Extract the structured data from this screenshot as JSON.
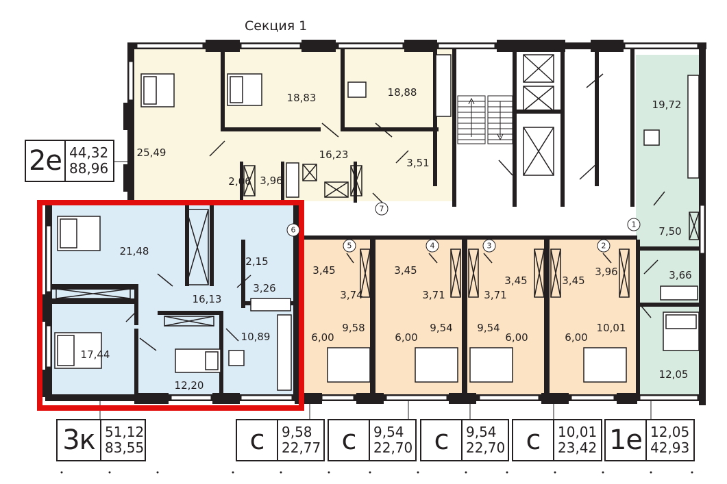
{
  "plan": {
    "section_title": "Секция 1",
    "colors": {
      "apt_2e": "#faf6df",
      "apt_3k": "#dcecf7",
      "studio": "#fbe3c4",
      "apt_1e": "#d8ebe1",
      "wall": "#231f20",
      "highlight": "#e20d0d"
    },
    "badges": [
      {
        "code": "2е",
        "living": "44,32",
        "total": "88,96"
      },
      {
        "code": "3к",
        "living": "51,12",
        "total": "83,55"
      },
      {
        "code": "с",
        "living": "9,58",
        "total": "22,77"
      },
      {
        "code": "с",
        "living": "9,54",
        "total": "22,70"
      },
      {
        "code": "с",
        "living": "9,54",
        "total": "22,70"
      },
      {
        "code": "с",
        "living": "10,01",
        "total": "23,42"
      },
      {
        "code": "1е",
        "living": "12,05",
        "total": "42,93"
      }
    ],
    "room_areas": [
      "25,49",
      "18,83",
      "18,88",
      "16,23",
      "2,06",
      "3,96",
      "3,51",
      "21,48",
      "2,15",
      "16,13",
      "3,26",
      "10,89",
      "17,44",
      "12,20",
      "3,45",
      "3,74",
      "9,58",
      "6,00",
      "3,45",
      "3,71",
      "9,54",
      "6,00",
      "3,71",
      "9,54",
      "3,45",
      "6,00",
      "3,45",
      "3,96",
      "10,01",
      "6,00",
      "19,72",
      "7,50",
      "3,66",
      "12,05"
    ],
    "markers": [
      "7",
      "6",
      "5",
      "4",
      "3",
      "2",
      "1"
    ],
    "selected_apartment": "3к"
  }
}
